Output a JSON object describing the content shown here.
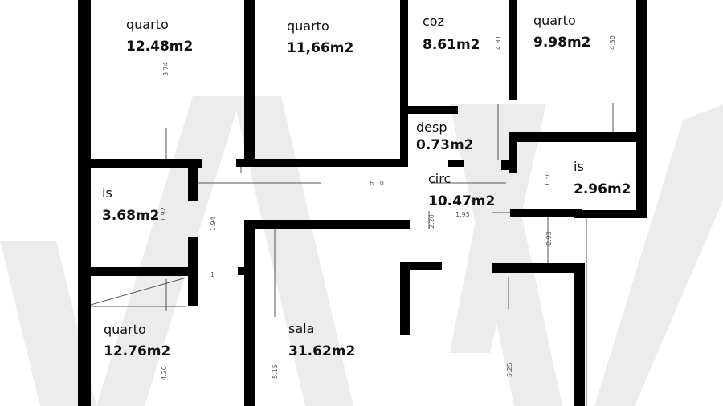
{
  "rooms": [
    {
      "id": "quarto-1",
      "name": "quarto",
      "area": "12.48m2"
    },
    {
      "id": "quarto-2",
      "name": "quarto",
      "area": "11,66m2"
    },
    {
      "id": "coz",
      "name": "coz",
      "area": "8.61m2"
    },
    {
      "id": "quarto-3",
      "name": "quarto",
      "area": "9.98m2"
    },
    {
      "id": "desp",
      "name": "desp",
      "area": "0.73m2"
    },
    {
      "id": "circ",
      "name": "circ",
      "area": "10.47m2"
    },
    {
      "id": "is-1",
      "name": "is",
      "area": "3.68m2"
    },
    {
      "id": "is-2",
      "name": "is",
      "area": "2.96m2"
    },
    {
      "id": "quarto-4",
      "name": "quarto",
      "area": "12.76m2"
    },
    {
      "id": "sala",
      "name": "sala",
      "area": "31.62m2"
    }
  ],
  "dimensions": [
    "3.74",
    "4.81",
    "4.30",
    "6.10",
    "1.30",
    "1.92",
    "1.94",
    "2.20",
    "1.95",
    "0.93",
    "1",
    "4.20",
    "5.15",
    "5.25"
  ],
  "colors": {
    "wall": "#000000",
    "watermark": "#ececec",
    "background": "#ffffff"
  }
}
